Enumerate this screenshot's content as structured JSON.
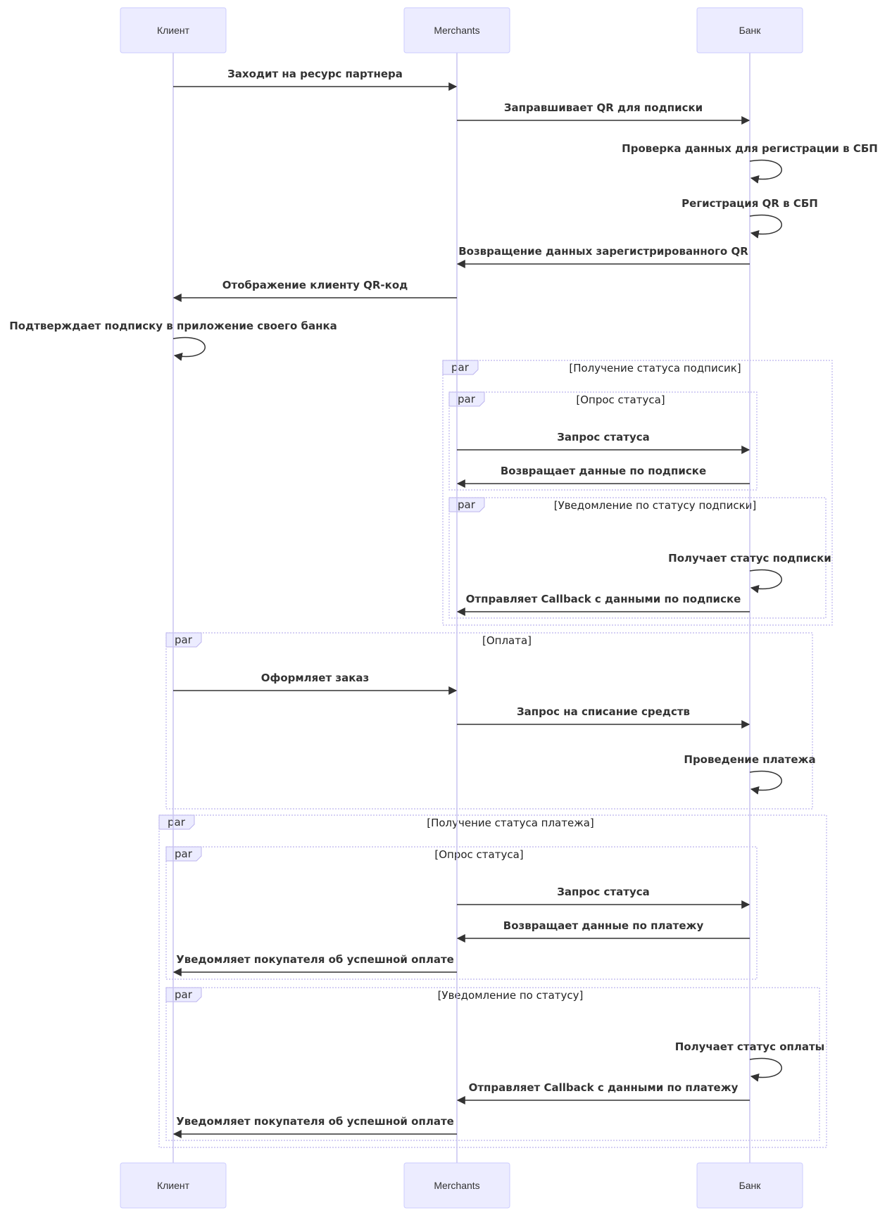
{
  "participants": [
    {
      "id": "client",
      "label": "Клиент"
    },
    {
      "id": "merchants",
      "label": "Merchants"
    },
    {
      "id": "bank",
      "label": "Банк"
    }
  ],
  "messages": [
    {
      "text": "Заходит на ресурс партнера",
      "from": "client",
      "to": "merchants"
    },
    {
      "text": "Заправшивает QR для подписки",
      "from": "merchants",
      "to": "bank"
    },
    {
      "text": "Проверка данных для регистрации в СБП",
      "from": "bank",
      "to": "bank"
    },
    {
      "text": "Регистрация QR в СБП",
      "from": "bank",
      "to": "bank"
    },
    {
      "text": "Возвращение данных зарегистрированного QR",
      "from": "bank",
      "to": "merchants"
    },
    {
      "text": "Отображение клиенту QR-код",
      "from": "merchants",
      "to": "client"
    },
    {
      "text": "Подтверждает подписку в приложение своего банка",
      "from": "client",
      "to": "client"
    },
    {
      "text": "Запрос статуса",
      "from": "merchants",
      "to": "bank"
    },
    {
      "text": "Возвращает данные по подписке",
      "from": "bank",
      "to": "merchants"
    },
    {
      "text": "Получает статус подписки",
      "from": "bank",
      "to": "bank"
    },
    {
      "text": "Отправляет Callback с данными по подписке",
      "from": "bank",
      "to": "merchants"
    },
    {
      "text": "Оформляет заказ",
      "from": "client",
      "to": "merchants"
    },
    {
      "text": "Запрос на списание средств",
      "from": "merchants",
      "to": "bank"
    },
    {
      "text": "Проведение платежа",
      "from": "bank",
      "to": "bank"
    },
    {
      "text": "Запрос статуса",
      "from": "merchants",
      "to": "bank"
    },
    {
      "text": "Возвращает данные по платежу",
      "from": "bank",
      "to": "merchants"
    },
    {
      "text": "Уведомляет покупателя об успешной оплате",
      "from": "merchants",
      "to": "client"
    },
    {
      "text": "Получает статус оплаты",
      "from": "bank",
      "to": "bank"
    },
    {
      "text": "Отправляет Callback с данными по платежу",
      "from": "bank",
      "to": "merchants"
    },
    {
      "text": "Уведомляет покупателя об успешной оплате",
      "from": "merchants",
      "to": "client"
    }
  ],
  "frames": [
    {
      "label": "par",
      "condition": "[Получение статуса подписик]"
    },
    {
      "label": "par",
      "condition": "[Опрос статуса]"
    },
    {
      "label": "par",
      "condition": "[Уведомление по статусу подписки]"
    },
    {
      "label": "par",
      "condition": "[Оплата]"
    },
    {
      "label": "par",
      "condition": "[Получение статуса платежа]"
    },
    {
      "label": "par",
      "condition": "[Опрос статуса]"
    },
    {
      "label": "par",
      "condition": "[Уведомление по статусу]"
    }
  ]
}
